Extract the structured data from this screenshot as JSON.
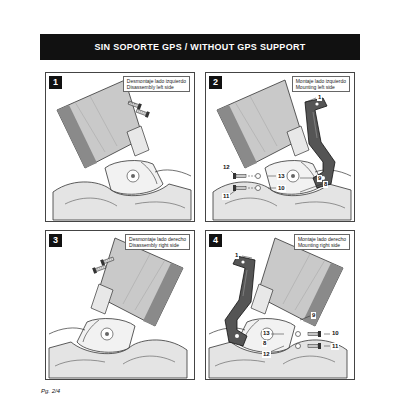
{
  "diagram": {
    "title": "SIN SOPORTE GPS / WITHOUT GPS SUPPORT",
    "nodes": [
      {
        "text": [
          "1"
        ]
      },
      {
        "text": [
          "Desmontaje lado izquierdo",
          "Disassembly left side"
        ],
        "in": 0
      },
      {
        "text": [
          "2"
        ]
      },
      {
        "text": [
          "Montaje lado izquierdo",
          "Mounting left side"
        ],
        "in": 2
      },
      {
        "text": [
          "3"
        ]
      },
      {
        "text": [
          "Desmontaje lado derecho",
          "Disassembly right side"
        ],
        "in": 4
      },
      {
        "text": [
          "4"
        ]
      },
      {
        "text": [
          "Montaje lado derecho",
          "Mounting right side"
        ],
        "in": 6
      }
    ],
    "labels": [
      "1",
      "12",
      "13",
      "10",
      "9",
      "8",
      "11",
      "1",
      "10",
      "11",
      "13",
      "12",
      "9",
      "8",
      "Pg. 2/4"
    ]
  }
}
